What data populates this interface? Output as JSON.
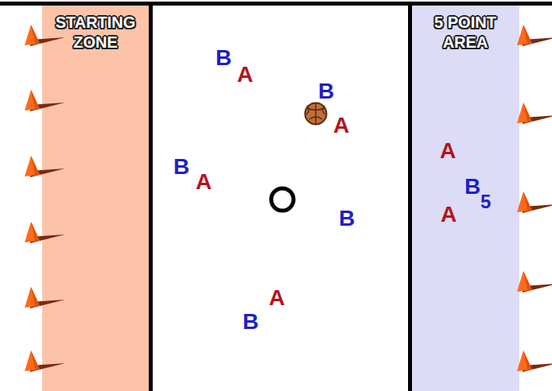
{
  "diagram": {
    "nodes": [
      {
        "text": [
          "STARTING ZONE"
        ]
      },
      {
        "text": [
          "5 POINT AREA"
        ]
      }
    ],
    "labels": [
      "B",
      "A",
      "B",
      "A",
      "A",
      "B",
      "A",
      "B",
      "5",
      "A",
      "B",
      "A",
      "B"
    ]
  }
}
